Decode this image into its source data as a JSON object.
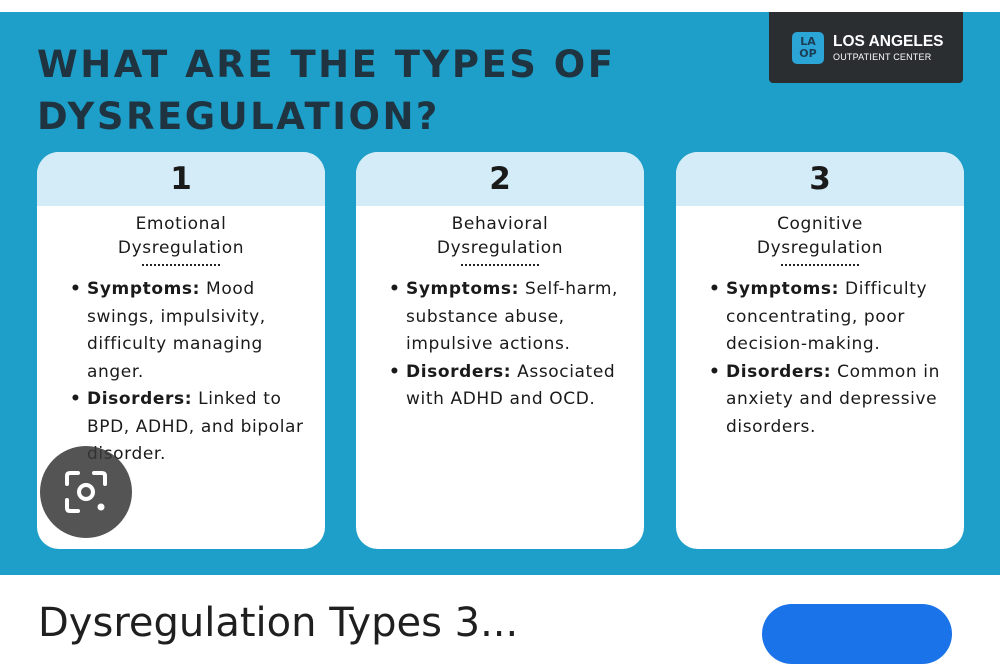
{
  "infographic": {
    "title": "WHAT ARE THE TYPES OF\nDYSREGULATION?",
    "brand": {
      "mark_top": "LA",
      "mark_bottom": "OP",
      "name": "LOS ANGELES",
      "subtitle": "OUTPATIENT CENTER"
    },
    "cards": [
      {
        "number": "1",
        "title": "Emotional\nDysregulation",
        "items": [
          {
            "label": "Symptoms:",
            "text": " Mood swings, impulsivity, difficulty managing anger."
          },
          {
            "label": "Disorders:",
            "text": " Linked to BPD, ADHD, and bipolar disorder."
          }
        ]
      },
      {
        "number": "2",
        "title": "Behavioral\nDysregulation",
        "items": [
          {
            "label": "Symptoms:",
            "text": " Self-harm, substance abuse, impulsive actions."
          },
          {
            "label": "Disorders:",
            "text": " Associated with ADHD and OCD."
          }
        ]
      },
      {
        "number": "3",
        "title": "Cognitive\nDysregulation",
        "items": [
          {
            "label": "Symptoms:",
            "text": " Difficulty concentrating, poor decision-making."
          },
          {
            "label": "Disorders:",
            "text": " Common in anxiety and depressive disorders."
          }
        ]
      }
    ]
  },
  "overlay": {
    "lens_icon": "camera-lens-search-icon"
  },
  "footer": {
    "caption": "Dysregulation Types 3..."
  },
  "colors": {
    "background": "#1d9fc9",
    "title": "#1f3440",
    "card_band": "#d3ecf7",
    "brand_box": "#2b2e31",
    "visit_button": "#1a73e8"
  }
}
